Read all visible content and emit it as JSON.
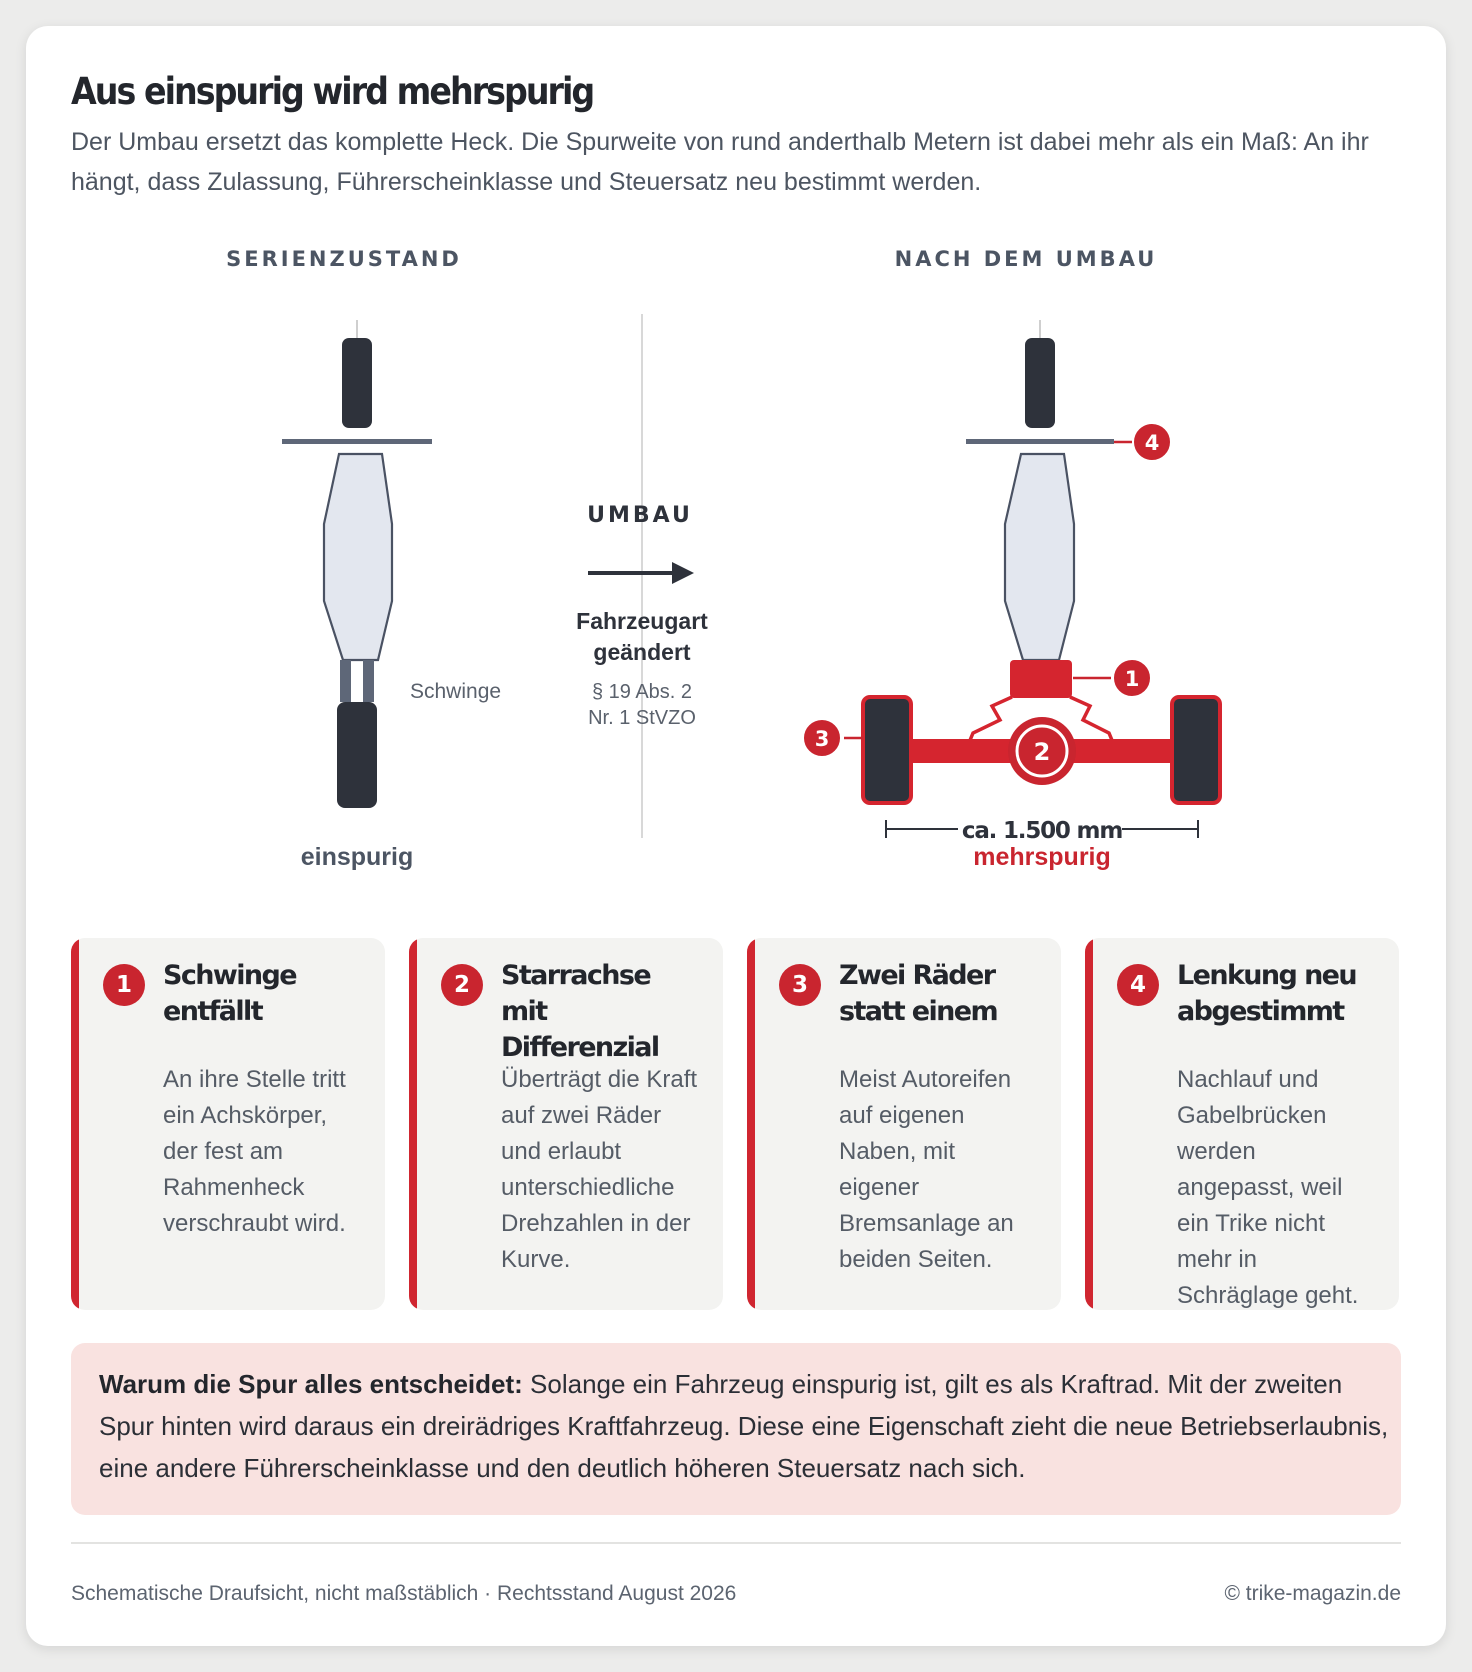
{
  "header": {
    "title": "Aus einspurig wird mehrspurig",
    "subtitle": "Der Umbau ersetzt das komplette Heck. Die Spurweite von rund anderthalb Metern ist dabei mehr als ein Maß: An ihr hängt, dass Zulassung, Führerscheinklasse und Steuersatz neu bestimmt werden."
  },
  "diagram": {
    "left_heading": "SERIENZUSTAND",
    "right_heading": "NACH DEM UMBAU",
    "swingarm_label": "Schwinge",
    "left_caption": "einspurig",
    "right_caption": "mehrspurig",
    "arrow_label": "UMBAU",
    "change_line1": "Fahrzeugart",
    "change_line2": "geändert",
    "law_line1": "§ 19 Abs. 2",
    "law_line2": "Nr. 1 StVZO",
    "track_width": "ca. 1.500 mm",
    "markers": [
      "1",
      "2",
      "3",
      "4"
    ]
  },
  "callouts": [
    {
      "number": "1",
      "title": "Schwinge entfällt",
      "text": "An ihre Stelle tritt ein Achskörper, der fest am Rahmenheck verschraubt wird."
    },
    {
      "number": "2",
      "title": "Starrachse mit Differenzial",
      "text": "Überträgt die Kraft auf zwei Räder und erlaubt unterschiedliche Drehzahlen in der Kurve."
    },
    {
      "number": "3",
      "title": "Zwei Räder statt einem",
      "text": "Meist Autoreifen auf eigenen Naben, mit eigener Bremsanlage an beiden Seiten."
    },
    {
      "number": "4",
      "title": "Lenkung neu abgestimmt",
      "text": "Nachlauf und Gabelbrücken werden angepasst, weil ein Trike nicht mehr in Schräglage geht."
    }
  ],
  "note": {
    "lead": "Warum die Spur alles entscheidet:",
    "text": " Solange ein Fahrzeug einspurig ist, gilt es als Kraftrad. Mit der zweiten Spur hinten wird daraus ein dreirädriges Kraftfahrzeug. Diese eine Eigenschaft zieht die neue Betriebserlaubnis, eine andere Führerscheinklasse und den deutlich höheren Steuersatz nach sich."
  },
  "footer": {
    "left": "Schematische Draufsicht, nicht maßstäblich · Rechtsstand August 2026",
    "right": "© trike-magazin.de"
  },
  "colors": {
    "accent_red": "#c9252f",
    "dark": "#2e323b",
    "frame_fill": "#e3e7ef",
    "frame_stroke": "#4a5263",
    "card_bg": "#f3f3f1",
    "note_bg": "#f9e2e0"
  }
}
